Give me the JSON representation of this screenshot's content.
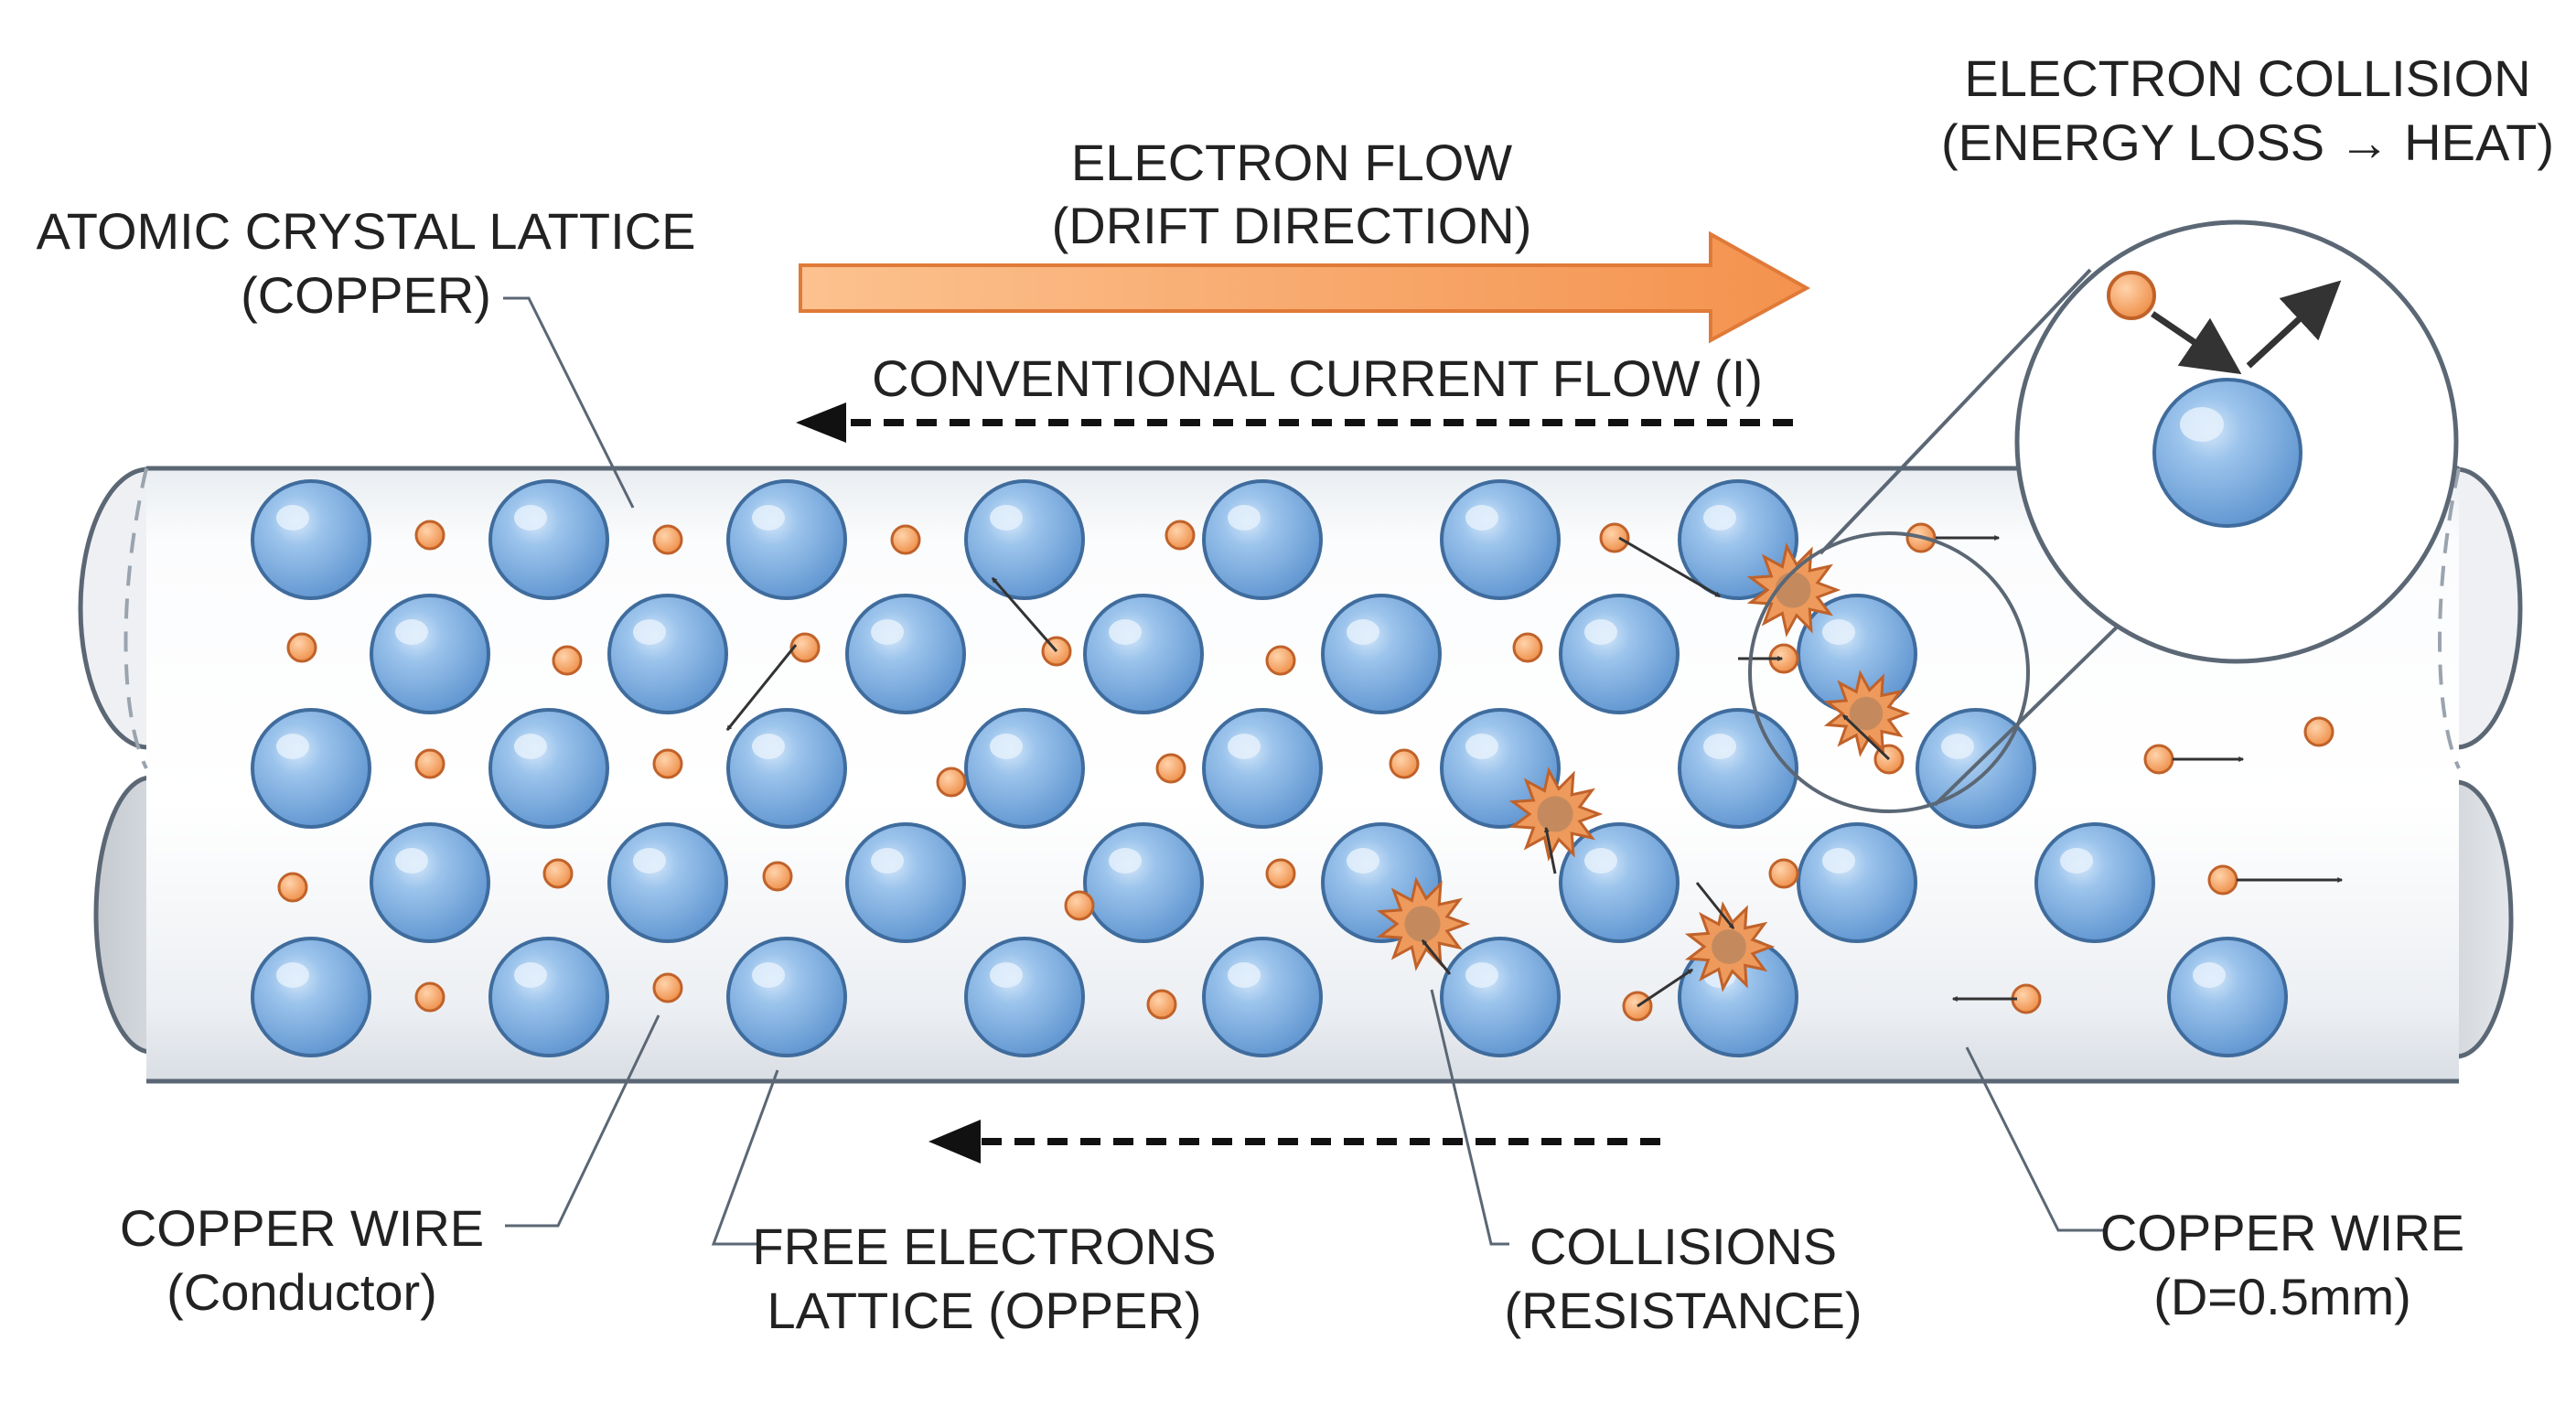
{
  "labels": {
    "electron_flow": {
      "line1": "ELECTRON FLOW",
      "line2": "(DRIFT DIRECTION)"
    },
    "conventional_current": "CONVENTIONAL CURRENT FLOW (I)",
    "electron_collision": {
      "line1": "ELECTRON COLLISION",
      "line2": "(ENERGY LOSS → HEAT)"
    },
    "atomic_lattice": {
      "line1": "ATOMIC CRYSTAL LATTICE",
      "line2": "(COPPER)"
    },
    "copper_wire_left": {
      "line1": "COPPER WIRE",
      "line2": "(Conductor)"
    },
    "free_electrons": {
      "line1": "FREE ELECTRONS",
      "line2": "LATTICE (OPPER)"
    },
    "collisions": {
      "line1": "COLLISIONS",
      "line2": "(RESISTANCE)"
    },
    "copper_wire_right": {
      "line1": "COPPER WIRE",
      "line2": "(D=0.5mm)"
    }
  },
  "colors": {
    "ion_fill": "#7fb0e2",
    "ion_stroke": "#3f6c9d",
    "electron_fill": "#f29a55",
    "electron_stroke": "#c0622a",
    "flow_arrow": "#f4a064",
    "collision_burst": "#ee9a5c",
    "wire_outline": "#5b6774",
    "label_text": "#222222"
  }
}
